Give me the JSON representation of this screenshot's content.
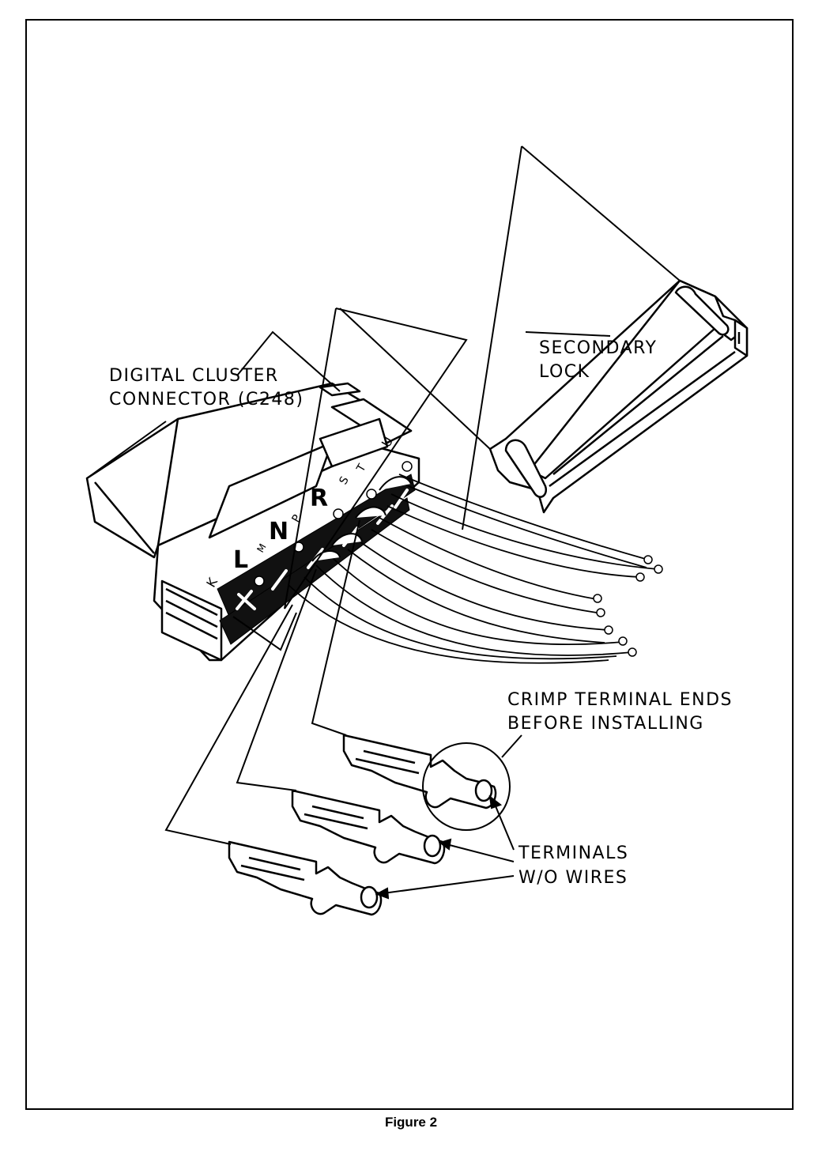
{
  "labels": {
    "connector_line1": "DIGITAL CLUSTER",
    "connector_line2": "CONNECTOR (C248)",
    "secondary_line1": "SECONDARY",
    "secondary_line2": "LOCK",
    "crimp_line1": "CRIMP TERMINAL ENDS",
    "crimp_line2": "BEFORE INSTALLING",
    "terminals_line1": "TERMINALS",
    "terminals_line2": "W/O WIRES"
  },
  "pins": {
    "k": "K",
    "l": "L",
    "m": "M",
    "n": "N",
    "p": "P",
    "r": "R",
    "s": "S",
    "t": "T",
    "u": "U"
  },
  "caption": "Figure 2"
}
